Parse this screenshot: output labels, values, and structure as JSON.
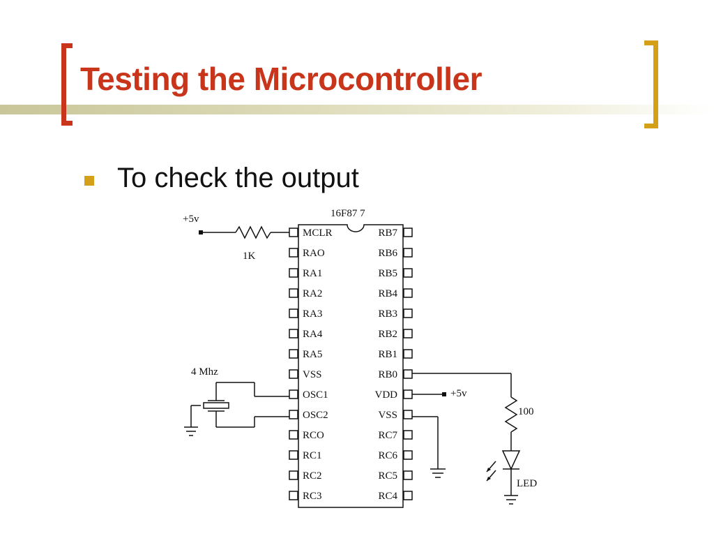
{
  "slide": {
    "title": "Testing the Microcontroller",
    "bullet": "To check the output"
  },
  "colors": {
    "title": "#c8351a",
    "bracket_left": "#c8351a",
    "bracket_right": "#d4a017",
    "bullet": "#d4a017"
  },
  "schematic": {
    "chip_label": "16F87 7",
    "left_pins": [
      "MCLR",
      "RAO",
      "RA1",
      "RA2",
      "RA3",
      "RA4",
      "RA5",
      "VSS",
      "OSC1",
      "OSC2",
      "RCO",
      "RC1",
      "RC2",
      "RC3"
    ],
    "right_pins": [
      "RB7",
      "RB6",
      "RB5",
      "RB4",
      "RB3",
      "RB2",
      "RB1",
      "RB0",
      "VDD",
      "VSS",
      "RC7",
      "RC6",
      "RC5",
      "RC4"
    ],
    "supply_mclr": "+5v",
    "supply_vdd": "+5v",
    "resistor_mclr": "1K",
    "crystal": "4 Mhz",
    "resistor_led": "100",
    "led": "LED"
  }
}
